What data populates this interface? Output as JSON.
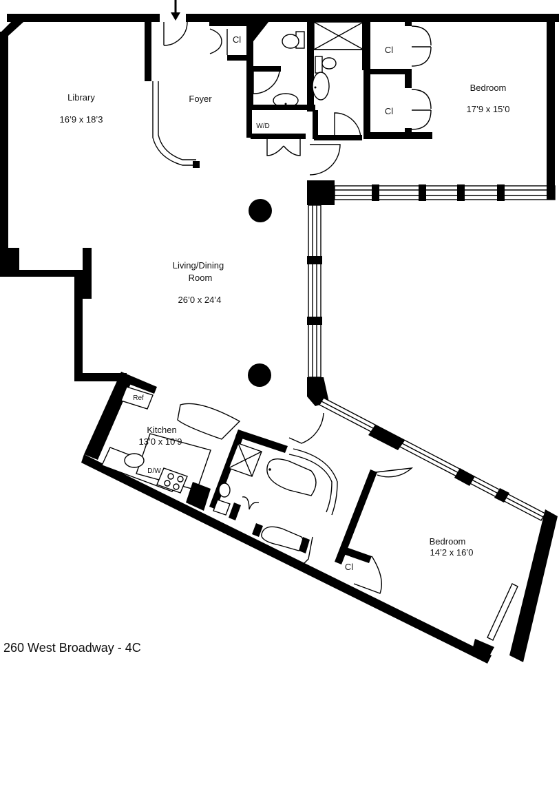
{
  "plan": {
    "address": "260 West Broadway - 4C",
    "rooms": {
      "library": {
        "name": "Library",
        "dims": "16’9 x 18’3"
      },
      "foyer": {
        "name": "Foyer"
      },
      "bedroom_1": {
        "name": "Bedroom",
        "dims": "17’9 x 15’0"
      },
      "living": {
        "name_line1": "Living/Dining",
        "name_line2": "Room",
        "dims": "26’0 x 24’4"
      },
      "kitchen": {
        "name": "Kitchen",
        "dims": "13’0 x 10’9"
      },
      "bedroom_2": {
        "name": "Bedroom",
        "dims": "14’2 x 16’0"
      }
    },
    "fixtures": {
      "closet": "Cl",
      "washer_dryer": "W/D",
      "refrigerator": "Ref",
      "dishwasher": "D/W"
    }
  }
}
